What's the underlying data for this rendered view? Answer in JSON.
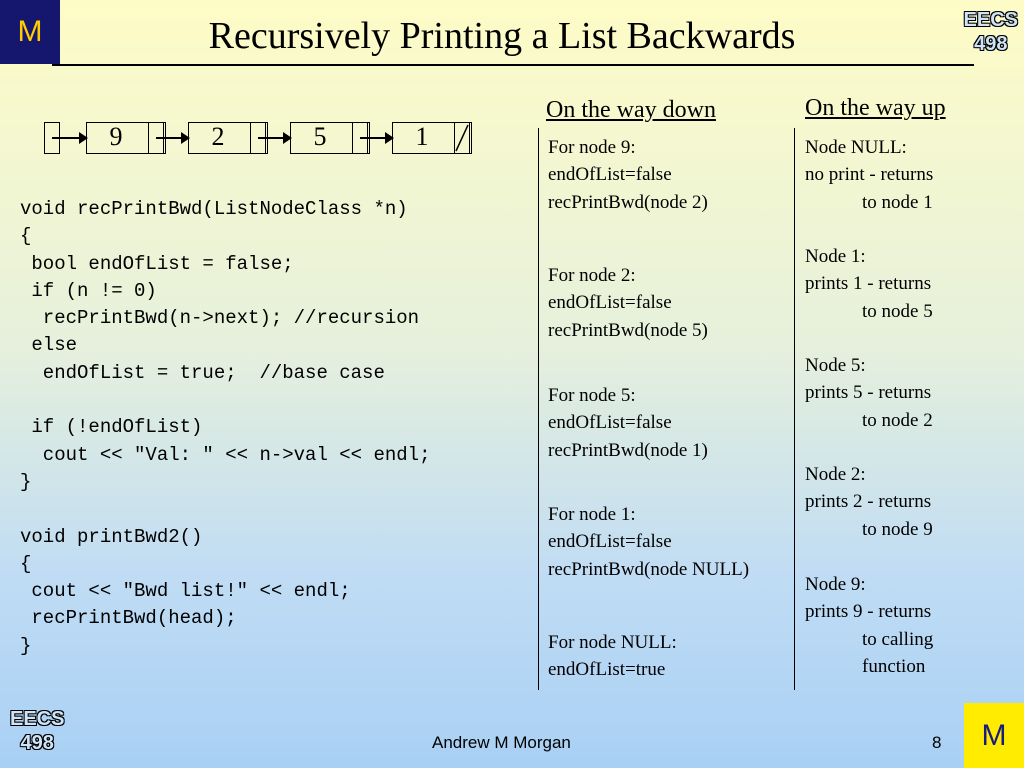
{
  "header": {
    "title": "Recursively Printing a List Backwards",
    "logo_text": "M",
    "course_line1": "EECS",
    "course_line2": "498"
  },
  "list": {
    "nodes": [
      "9",
      "2",
      "5",
      "1"
    ]
  },
  "code": "void recPrintBwd(ListNodeClass *n)\n{\n bool endOfList = false;\n if (n != 0)\n  recPrintBwd(n->next); //recursion\n else\n  endOfList = true;  //base case\n\n if (!endOfList)\n  cout << \"Val: \" << n->val << endl;\n}\n\nvoid printBwd2()\n{\n cout << \"Bwd list!\" << endl;\n recPrintBwd(head);\n}",
  "way_down": {
    "heading": "On the way down",
    "steps": [
      "For node 9:\nendOfList=false\nrecPrintBwd(node 2)",
      "For node 2:\nendOfList=false\nrecPrintBwd(node 5)",
      "For node 5:\nendOfList=false\nrecPrintBwd(node 1)",
      "For node 1:\nendOfList=false\nrecPrintBwd(node NULL)",
      "For node NULL:\nendOfList=true"
    ]
  },
  "way_up": {
    "heading": "On the way up",
    "steps": [
      "Node NULL:\nno print - returns\n            to node 1",
      "Node 1:\nprints 1 - returns\n            to node 5",
      "Node 5:\nprints 5 - returns\n            to node 2",
      "Node 2:\nprints 2 - returns\n            to node 9",
      "Node 9:\nprints 9 - returns\n            to calling\n            function"
    ]
  },
  "footer": {
    "author": "Andrew M Morgan",
    "page_number": "8",
    "logo_text": "M",
    "course_line1": "EECS",
    "course_line2": "498"
  }
}
